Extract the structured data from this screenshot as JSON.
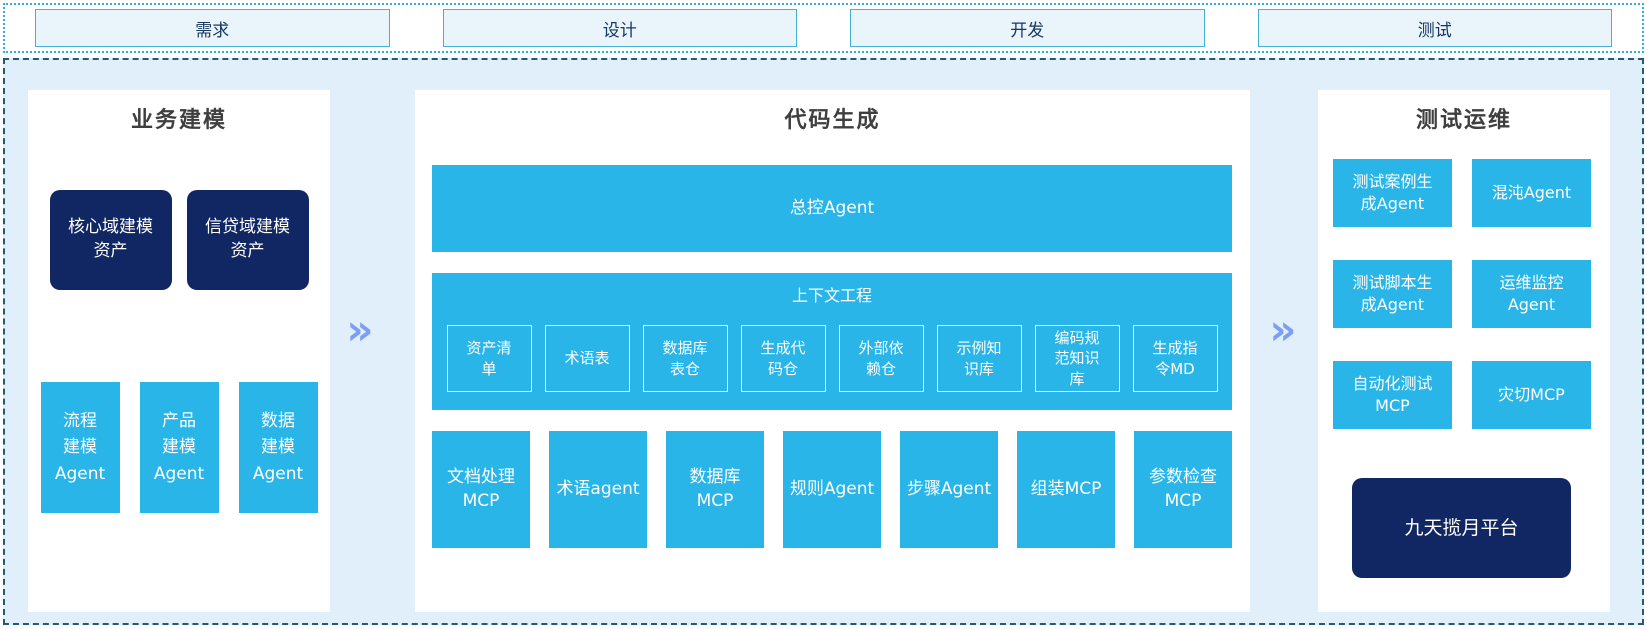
{
  "diagram": {
    "arrow_glyph": "»"
  },
  "colors": {
    "cyan": "#29b5e8",
    "navy": "#112763",
    "container_bg": "#e0effa",
    "phase_fill": "#eaf4fb",
    "phase_border": "#43b2d6",
    "outer_dotted": "#2fb0d9",
    "main_dashed": "#265a74",
    "arrow": "#7d9ff1"
  },
  "phases": [
    {
      "label": "需求"
    },
    {
      "label": "设计"
    },
    {
      "label": "开发"
    },
    {
      "label": "测试"
    }
  ],
  "business_modeling": {
    "title": "业务建模",
    "assets": [
      "核心域建模\n资产",
      "信贷域建模\n资产"
    ],
    "agents": [
      "流程\n建模\nAgent",
      "产品\n建模\nAgent",
      "数据\n建模\nAgent"
    ]
  },
  "code_generation": {
    "title": "代码生成",
    "master_agent": "总控Agent",
    "context_engineering": {
      "title": "上下文工程",
      "items": [
        "资产清\n单",
        "术语表",
        "数据库\n表仓",
        "生成代\n码仓",
        "外部依\n赖仓",
        "示例知\n识库",
        "编码规\n范知识\n库",
        "生成指\n令MD"
      ]
    },
    "tools": [
      "文档处理\nMCP",
      "术语agent",
      "数据库\nMCP",
      "规则Agent",
      "步骤Agent",
      "组装MCP",
      "参数检查\nMCP"
    ]
  },
  "test_ops": {
    "title": "测试运维",
    "boxes": [
      "测试案例生\n成Agent",
      "混沌Agent",
      "测试脚本生\n成Agent",
      "运维监控\nAgent",
      "自动化测试\nMCP",
      "灾切MCP"
    ],
    "platform": "九天揽月平台"
  }
}
